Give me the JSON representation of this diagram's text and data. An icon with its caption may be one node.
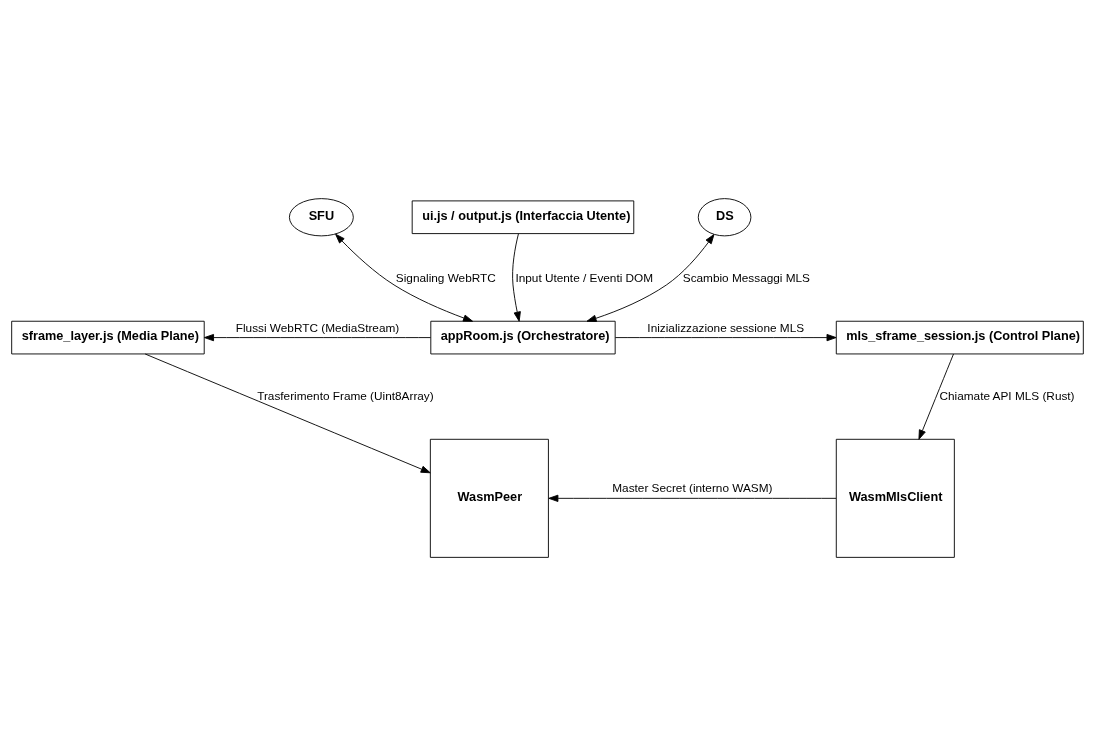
{
  "diagram": {
    "nodes": [
      {
        "text": [
          "SFU"
        ]
      },
      {
        "text": [
          "ui.js / output.js (Interfaccia Utente)"
        ]
      },
      {
        "text": [
          "DS"
        ]
      },
      {
        "text": [
          "sframe_layer.js (Media Plane)"
        ]
      },
      {
        "text": [
          "appRoom.js (Orchestratore)"
        ]
      },
      {
        "text": [
          "mls_sframe_session.js (Control Plane)"
        ]
      },
      {
        "text": [
          "WasmPeer"
        ]
      },
      {
        "text": [
          "WasmMlsClient"
        ]
      }
    ],
    "edges": [
      {
        "from": 1,
        "to": 4,
        "arrow": "to",
        "label": "Input Utente / Eventi DOM"
      },
      {
        "from": 4,
        "to": 0,
        "arrow": "both",
        "label": "Signaling WebRTC"
      },
      {
        "from": 4,
        "to": 2,
        "arrow": "both",
        "label": "Scambio Messaggi MLS"
      },
      {
        "from": 4,
        "to": 3,
        "arrow": "to",
        "label": "Flussi WebRTC (MediaStream)"
      },
      {
        "from": 4,
        "to": 5,
        "arrow": "to",
        "label": "Inizializzazione sessione MLS"
      },
      {
        "from": 3,
        "to": 6,
        "arrow": "to",
        "label": "Trasferimento Frame (Uint8Array)"
      },
      {
        "from": 5,
        "to": 7,
        "arrow": "to",
        "label": "Chiamate API MLS (Rust)"
      },
      {
        "from": 7,
        "to": 6,
        "arrow": "to",
        "label": "Master Secret (interno WASM)"
      }
    ]
  }
}
